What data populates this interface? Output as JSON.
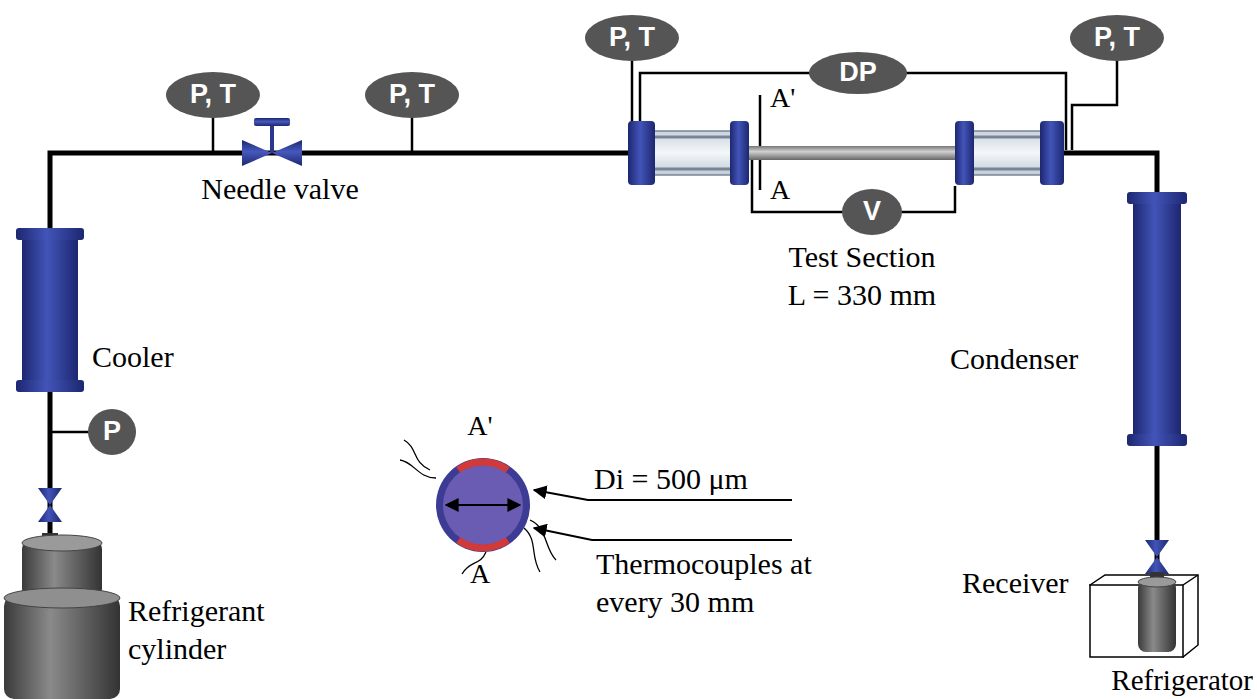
{
  "diagram": {
    "nodes": [
      {
        "text": [
          "P, T"
        ]
      },
      {
        "text": [
          "P, T"
        ]
      },
      {
        "text": [
          "P, T"
        ]
      },
      {
        "text": [
          "DP"
        ]
      },
      {
        "text": [
          "P, T"
        ]
      },
      {
        "text": [
          "V"
        ]
      },
      {
        "text": [
          "P"
        ]
      }
    ],
    "labels": [
      "Needle valve",
      "A'",
      "A",
      "Test Section",
      "L = 330 mm",
      "Cooler",
      "Condenser",
      "A'",
      "Di = 500 μm",
      "A",
      "Thermocouples at every 30 mm",
      "Refrigerant cylinder",
      "Receiver",
      "Refrigerator"
    ]
  }
}
